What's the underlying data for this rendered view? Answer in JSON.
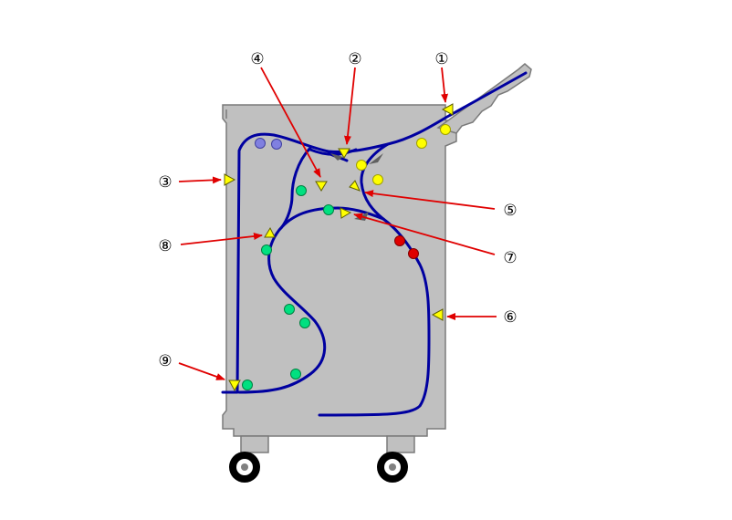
{
  "callouts": [
    {
      "id": "1",
      "label": "①"
    },
    {
      "id": "2",
      "label": "②"
    },
    {
      "id": "3",
      "label": "③"
    },
    {
      "id": "4",
      "label": "④"
    },
    {
      "id": "5",
      "label": "⑤"
    },
    {
      "id": "6",
      "label": "⑥"
    },
    {
      "id": "7",
      "label": "⑦"
    },
    {
      "id": "8",
      "label": "⑧"
    },
    {
      "id": "9",
      "label": "⑨"
    }
  ],
  "colors": {
    "cabinet": "#c0c0c0",
    "cabinet_outline": "#7a7a7a",
    "paper_path": "#0000a0",
    "sensor": "#ffff00",
    "roller_yellow": "#ffff00",
    "roller_green": "#00e080",
    "roller_red": "#e00000",
    "roller_purple": "#8080e0",
    "arrow": "#e00000"
  }
}
